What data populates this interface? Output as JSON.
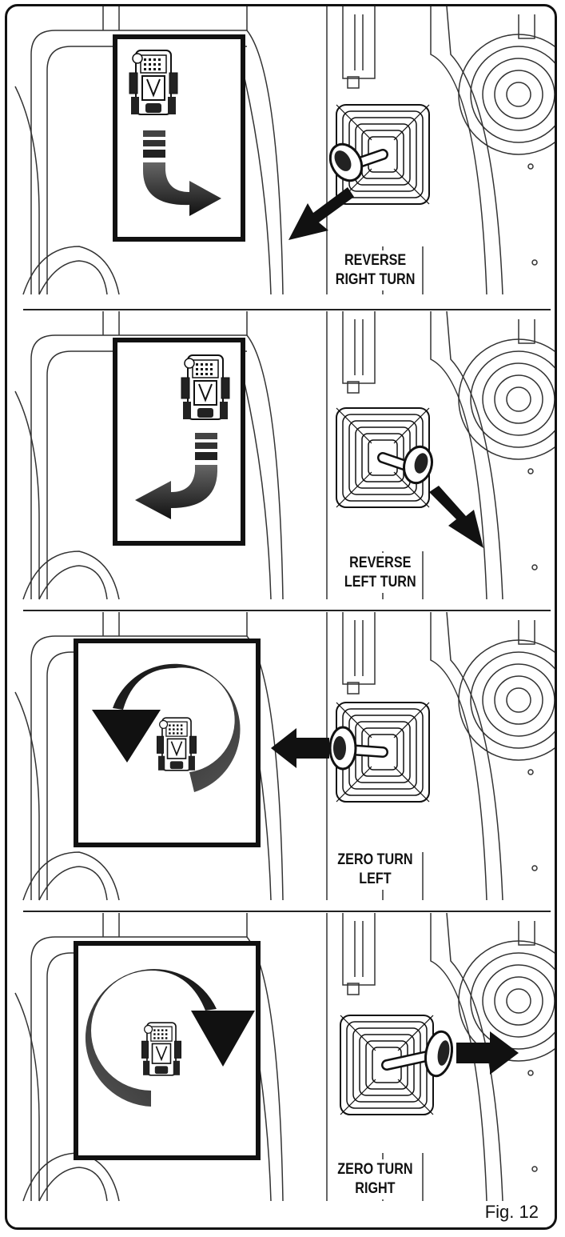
{
  "figure": {
    "caption": "Fig. 12",
    "colors": {
      "line": "#111111",
      "fill": "#ffffff",
      "arrow_dark": "#1a1a1a",
      "arrow_light": "#555555"
    },
    "panels": [
      {
        "label_line1": "REVERSE",
        "label_line2": "RIGHT TURN",
        "maneuver_icon": "reverse-right-turn-icon",
        "lever_direction": "down-left"
      },
      {
        "label_line1": "REVERSE",
        "label_line2": "LEFT TURN",
        "maneuver_icon": "reverse-left-turn-icon",
        "lever_direction": "down-right"
      },
      {
        "label_line1": "ZERO TURN",
        "label_line2": "LEFT",
        "maneuver_icon": "counterclockwise-rotation-icon",
        "lever_direction": "left"
      },
      {
        "label_line1": "ZERO TURN",
        "label_line2": "RIGHT",
        "maneuver_icon": "clockwise-rotation-icon",
        "lever_direction": "right"
      }
    ]
  }
}
